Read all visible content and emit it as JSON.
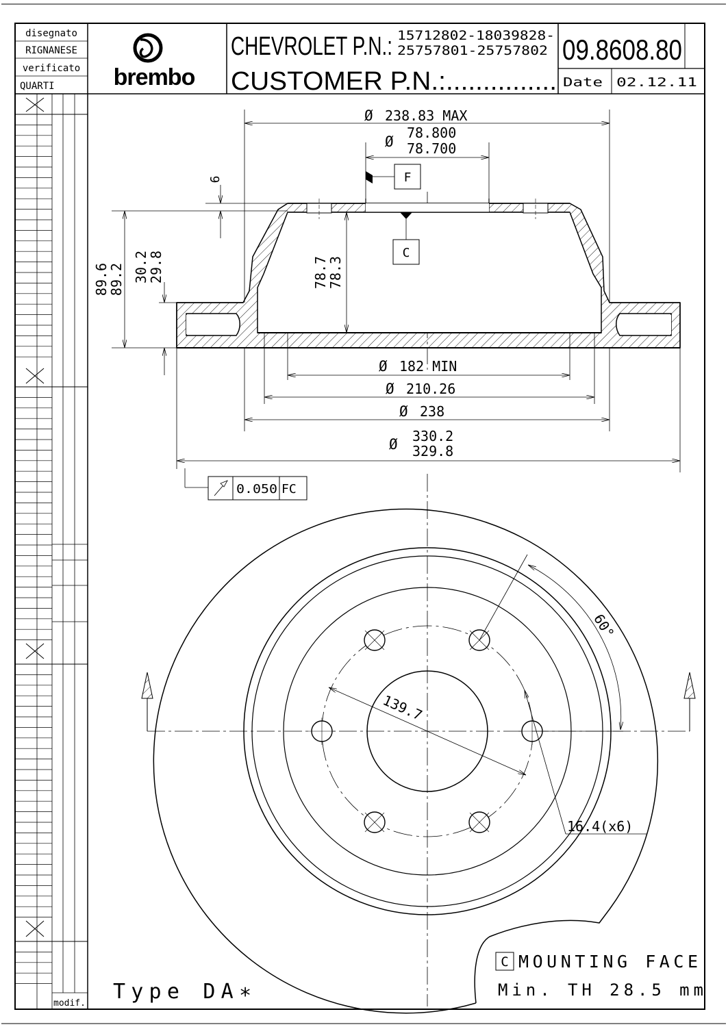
{
  "title_block": {
    "designed_label": "disegnato",
    "designed_by": "RIGNANESE",
    "checked_label": "verificato",
    "checked_by": "QUARTI",
    "brand": "brembo",
    "oem_label": "CHEVROLET P.N.:",
    "oem_numbers_1": "15712802-18039828-",
    "oem_numbers_2": "25757801-25757802",
    "customer_label": "CUSTOMER P.N.:...............",
    "part_number": "09.8608.80",
    "date_label": "Date",
    "date_value": "02.12.11",
    "modif_label": "modif."
  },
  "section_view": {
    "dim_hat_max": "238.83 MAX",
    "dim_pilot_1": "78.800",
    "dim_pilot_2": "78.700",
    "dim_flange": "6",
    "datum_f": "F",
    "datum_c": "C",
    "dim_height_1": "89.6",
    "dim_height_2": "89.2",
    "dim_offset_1": "30.2",
    "dim_offset_2": "29.8",
    "dim_hat_depth_1": "78.7",
    "dim_hat_depth_2": "78.3",
    "dim_drum_min": "182 MIN",
    "dim_inner": "210.26",
    "dim_hat_od": "238",
    "dim_od_1": "330.2",
    "dim_od_2": "329.8",
    "tolerance_value": "0.050",
    "tolerance_datum": "FC",
    "diameter_symbol": "Ø"
  },
  "front_view": {
    "angle": "60°",
    "pcd": "139.7",
    "bolt_holes": "16.4(x6)"
  },
  "notes": {
    "datum_key": "C",
    "mounting_face": "MOUNTING FACE",
    "min_thickness": "Min. TH 28.5 mm",
    "type": "Type DA∗"
  }
}
